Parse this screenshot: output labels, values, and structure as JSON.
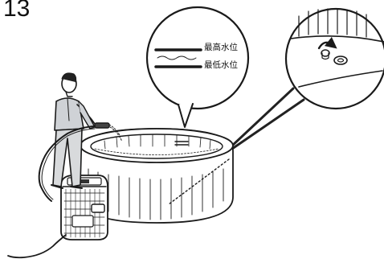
{
  "step": {
    "number": "13"
  },
  "water_level": {
    "max_label": "最高水位",
    "min_label": "最低水位"
  },
  "icons": {
    "hose": "garden-hose-icon",
    "person": "person-filling-icon",
    "valve": "drain-valve-icon",
    "pump": "pump-unit-icon"
  }
}
